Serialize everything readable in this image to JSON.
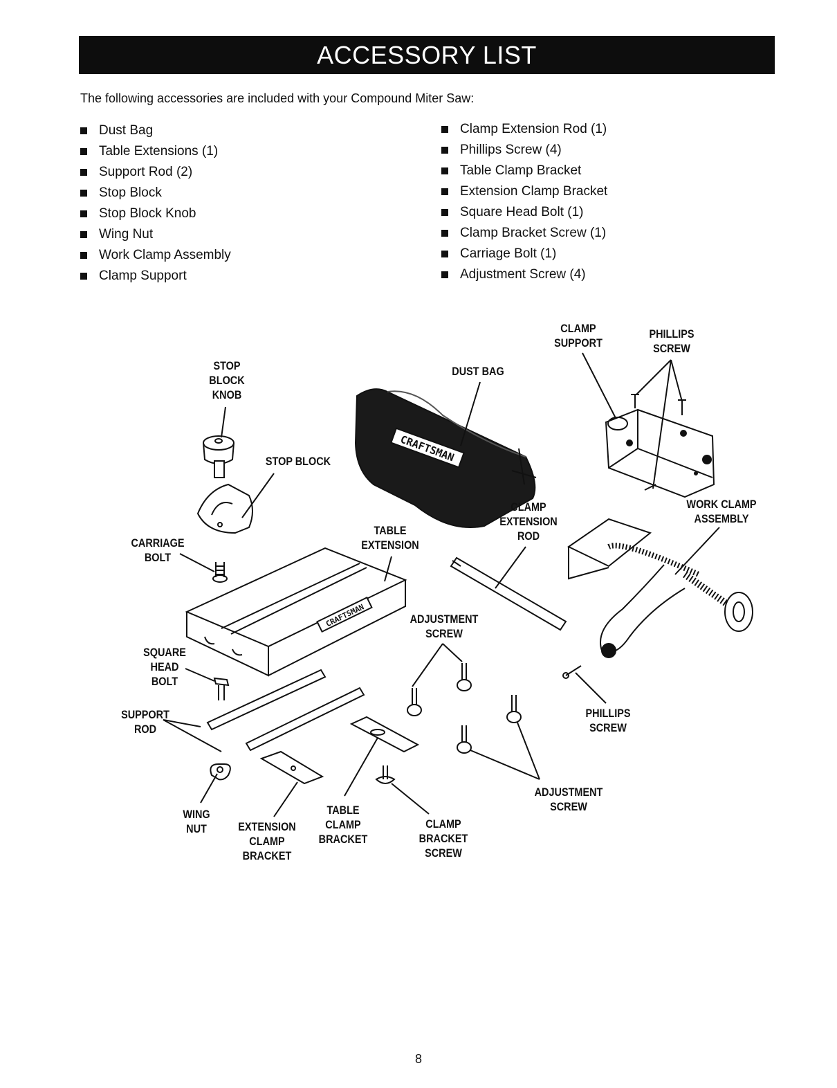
{
  "header": {
    "title": "ACCESSORY LIST"
  },
  "intro": "The following accessories are included with your Compound Miter Saw:",
  "list_left": [
    "Dust Bag",
    "Table Extensions (1)",
    "Support Rod (2)",
    "Stop Block",
    "Stop Block Knob",
    "Wing Nut",
    "Work Clamp Assembly",
    "Clamp Support"
  ],
  "list_right": [
    "Clamp Extension Rod (1)",
    "Phillips Screw (4)",
    "Table Clamp Bracket",
    "Extension Clamp Bracket",
    "Square Head Bolt (1)",
    "Clamp Bracket Screw (1)",
    "Carriage Bolt (1)",
    "Adjustment Screw (4)"
  ],
  "labels": {
    "clamp_support": "CLAMP\nSUPPORT",
    "phillips_screw_top": "PHILLIPS\nSCREW",
    "stop_block_knob": "STOP\nBLOCK\nKNOB",
    "dust_bag": "DUST BAG",
    "stop_block": "STOP BLOCK",
    "clamp_extension_rod": "CLAMP\nEXTENSION\nROD",
    "work_clamp_assembly": "WORK CLAMP\nASSEMBLY",
    "table_extension": "TABLE\nEXTENSION",
    "carriage_bolt": "CARRIAGE\nBOLT",
    "adjustment_screw_top": "ADJUSTMENT\nSCREW",
    "square_head_bolt": "SQUARE\nHEAD\nBOLT",
    "support_rod": "SUPPORT\nROD",
    "phillips_screw_bottom": "PHILLIPS\nSCREW",
    "adjustment_screw_bottom": "ADJUSTMENT\nSCREW",
    "wing_nut": "WING\nNUT",
    "extension_clamp_bracket": "EXTENSION\nCLAMP\nBRACKET",
    "table_clamp_bracket": "TABLE\nCLAMP\nBRACKET",
    "clamp_bracket_screw": "CLAMP\nBRACKET\nSCREW",
    "brand_bag": "CRAFTSMAN",
    "brand_table": "CRAFTSMAN"
  },
  "page_number": "8"
}
